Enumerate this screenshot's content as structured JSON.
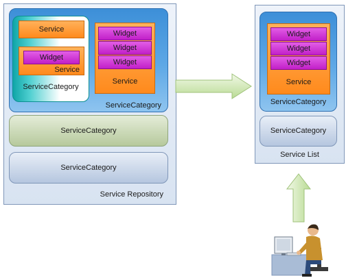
{
  "labels": {
    "service": "Service",
    "widget": "Widget",
    "service_category": "ServiceCategory",
    "service_repository": "Service Repository",
    "service_list": "Service List"
  },
  "icons": {
    "right_arrow": "right-arrow-icon",
    "up_arrow": "up-arrow-icon",
    "user": "user-at-computer-icon"
  },
  "colors": {
    "service": "#ff8a1c",
    "widget": "#c11fc8",
    "category_blue": "#3d8fd8",
    "category_teal": "#10a6a8",
    "category_green": "#b6c99c",
    "category_gray": "#b5c6df",
    "arrow": "#cfe8b0"
  }
}
